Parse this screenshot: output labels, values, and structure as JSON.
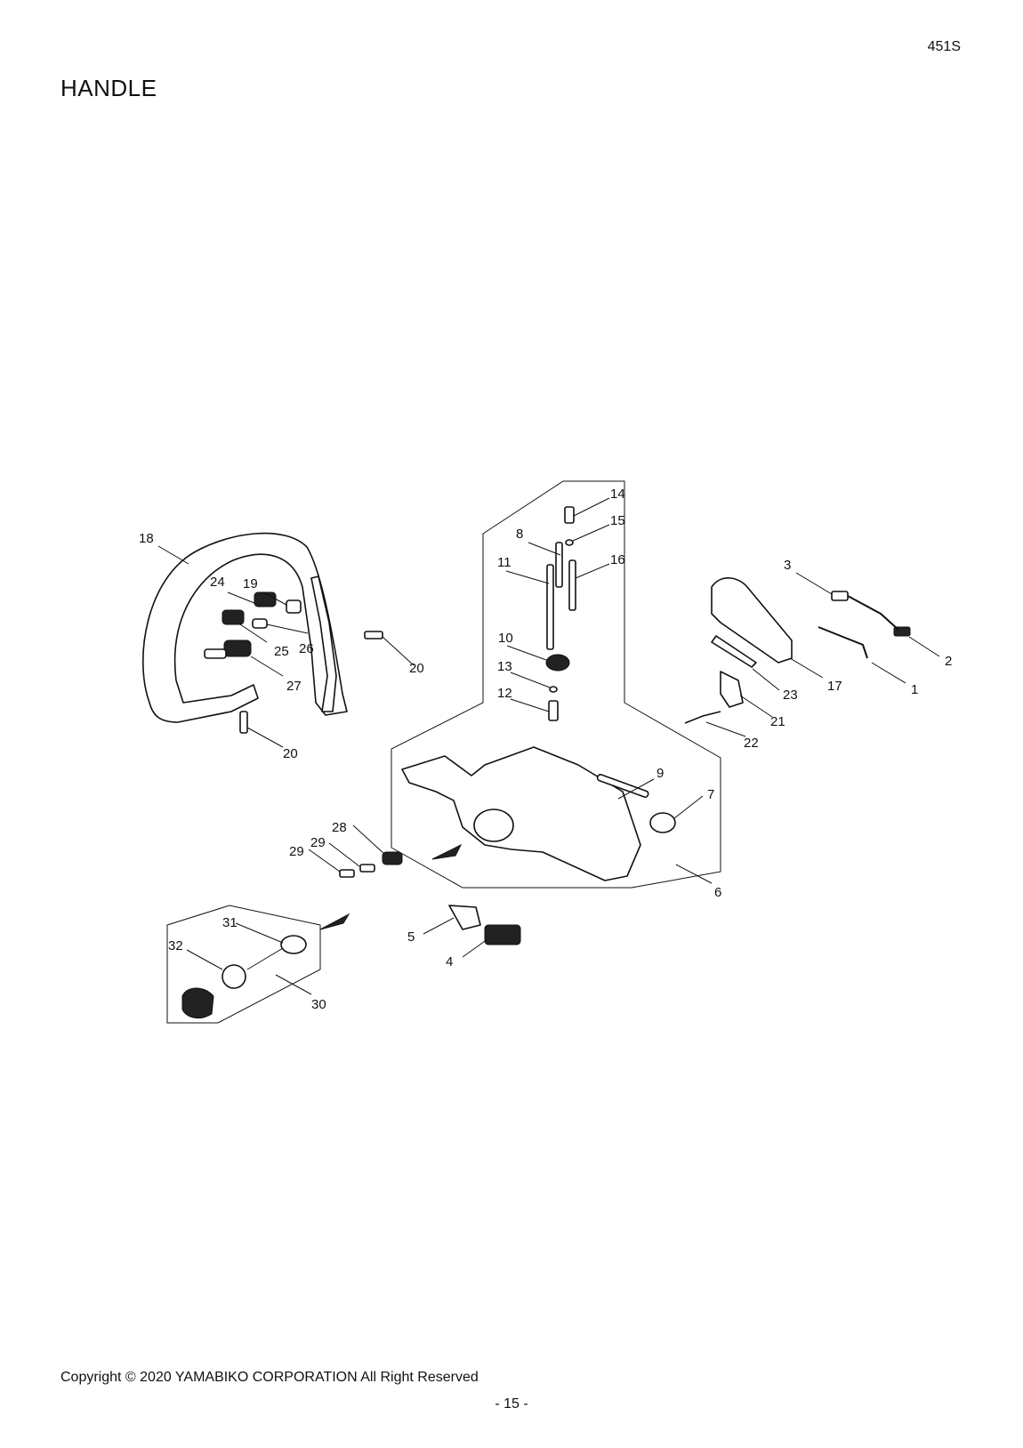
{
  "header": {
    "model": "451S",
    "title": "HANDLE"
  },
  "callouts": [
    "1",
    "2",
    "3",
    "4",
    "5",
    "6",
    "7",
    "8",
    "9",
    "10",
    "11",
    "12",
    "13",
    "14",
    "15",
    "16",
    "17",
    "18",
    "19",
    "20",
    "21",
    "22",
    "23",
    "24",
    "25",
    "26",
    "27",
    "28",
    "29",
    "30",
    "31",
    "32"
  ],
  "footer": {
    "copyright": "Copyright © 2020 YAMABIKO CORPORATION All Right Reserved",
    "page": "- 15 -"
  }
}
